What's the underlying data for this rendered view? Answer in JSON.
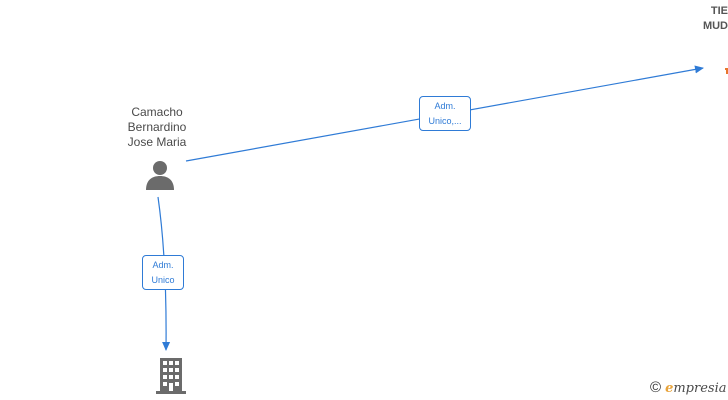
{
  "person": {
    "name_lines": [
      "Camacho",
      "Bernardino",
      "Jose Maria"
    ]
  },
  "company_top": {
    "name_lines": [
      "TIE",
      "MUD"
    ]
  },
  "edges": {
    "top": {
      "label_lines": [
        "Adm.",
        "Unico,..."
      ]
    },
    "down": {
      "label_lines": [
        "Adm.",
        "Unico"
      ]
    }
  },
  "footer": {
    "copyright_symbol": "©",
    "brand_initial": "e",
    "brand_rest": "mpresia"
  },
  "colors": {
    "edge": "#2f7bd6",
    "node_icon": "#6b6b6b",
    "brand_accent": "#e8a33a",
    "highlight": "#e8762c"
  },
  "icons": {
    "person": "person-icon",
    "building": "building-icon"
  }
}
